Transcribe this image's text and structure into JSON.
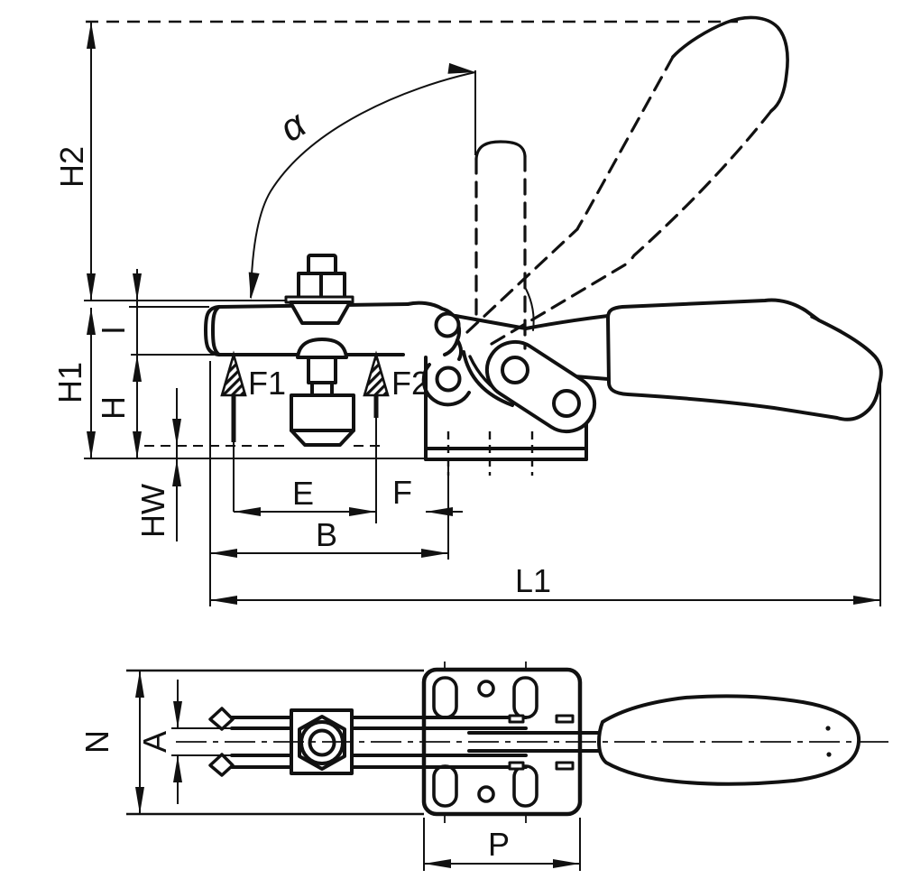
{
  "drawing": {
    "title": "horizontal toggle clamp technical drawing",
    "views": {
      "main": "side elevation",
      "bottom": "top view"
    },
    "colors": {
      "line": "#111111",
      "background": "#ffffff"
    },
    "labels": {
      "h2": "H2",
      "h1": "H1",
      "h": "H",
      "hw": "HW",
      "i": "I",
      "alpha": "α",
      "f1": "F1",
      "f2": "F2",
      "e": "E",
      "f": "F",
      "b": "B",
      "l1": "L1",
      "n": "N",
      "a": "A",
      "p": "P"
    }
  }
}
